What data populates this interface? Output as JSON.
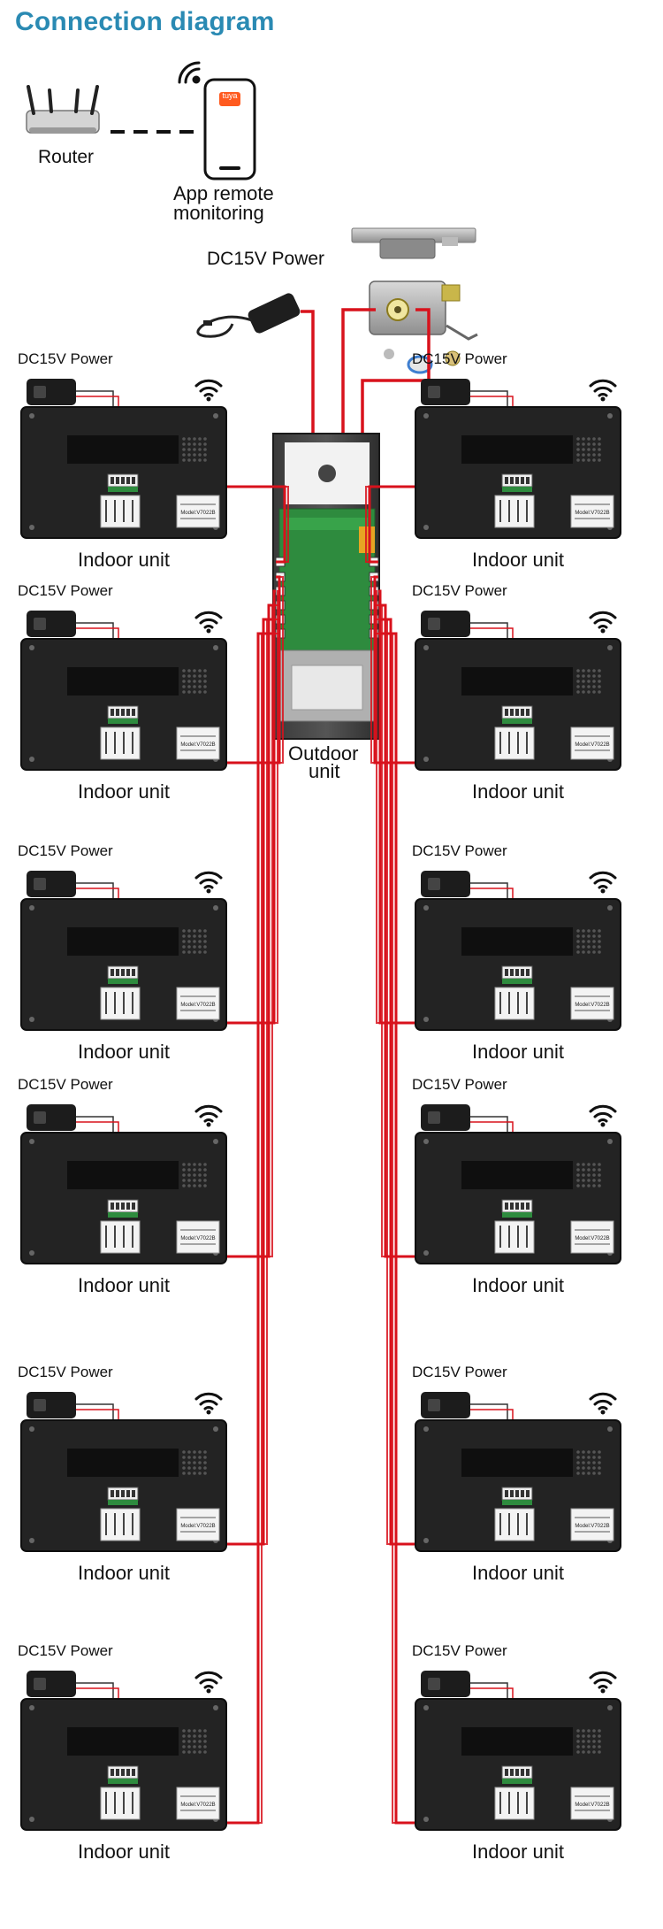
{
  "title": "Connection diagram",
  "router_label": "Router",
  "app_label_line1": "App  remote",
  "app_label_line2": "monitoring",
  "app_badge": "tuya",
  "main_power_label": "DC15V Power",
  "outdoor_label_line1": "Outdoor",
  "outdoor_label_line2": "unit",
  "indoor_units": [
    {
      "label": "Indoor unit",
      "power_label": "DC15V Power",
      "model": "Model:V7022B"
    },
    {
      "label": "Indoor unit",
      "power_label": "DC15V Power",
      "model": "Model:V7022B"
    },
    {
      "label": "Indoor unit",
      "power_label": "DC15V Power",
      "model": "Model:V7022B"
    },
    {
      "label": "Indoor unit",
      "power_label": "DC15V Power",
      "model": "Model:V7022B"
    },
    {
      "label": "Indoor unit",
      "power_label": "DC15V Power",
      "model": "Model:V7022B"
    },
    {
      "label": "Indoor unit",
      "power_label": "DC15V Power",
      "model": "Model:V7022B"
    },
    {
      "label": "Indoor unit",
      "power_label": "DC15V Power",
      "model": "Model:V7022B"
    },
    {
      "label": "Indoor unit",
      "power_label": "DC15V Power",
      "model": "Model:V7022B"
    },
    {
      "label": "Indoor unit",
      "power_label": "DC15V Power",
      "model": "Model:V7022B"
    },
    {
      "label": "Indoor unit",
      "power_label": "DC15V Power",
      "model": "Model:V7022B"
    },
    {
      "label": "Indoor unit",
      "power_label": "DC15V Power",
      "model": "Model:V7022B"
    },
    {
      "label": "Indoor unit",
      "power_label": "DC15V Power",
      "model": "Model:V7022B"
    }
  ],
  "colors": {
    "title": "#2a8ab3",
    "wire": "#d8121c",
    "device": "#232323",
    "pcb": "#2e8b3e"
  }
}
